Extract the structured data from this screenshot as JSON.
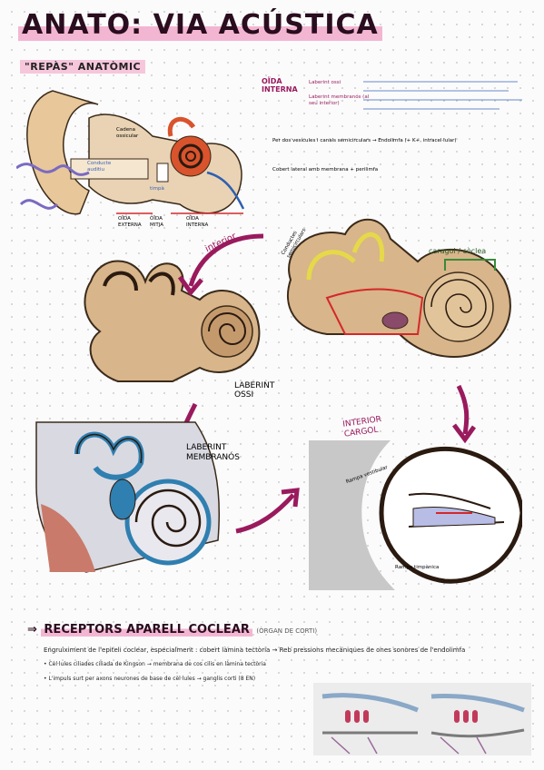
{
  "header": {
    "title": "ANATO: VIA ACÚSTICA",
    "subtitle": "\"REPÀS\" ANATÒMIC"
  },
  "ear_diagram": {
    "labels": {
      "cadena_ossicular": "Cadena ossicular",
      "conducte_auditiu": "Conducte auditiu",
      "oida_externa": "OÏDA EXTERNA",
      "oida_mitja": "OÏDA MITJA",
      "oida_interna": "OÏDA INTERNA",
      "timpa": "timpà"
    }
  },
  "notes_top": {
    "heading": "OÏDA INTERNA",
    "lines": [
      "Laberint ossi",
      "Laberint membranós (al seu interior)",
      "Per dos vesícules i canals semicirculars → Endolimfa (+ K+, intracel·lular)",
      "Cobert lateral amb membrana + perilimfa"
    ]
  },
  "labels": {
    "interior": "interior",
    "laberint_ossi": "LABERINT OSSI",
    "laberint_membranos": "LABERINT MEMBRANÓS",
    "interior_cargol": "INTERIOR CARGOL",
    "conductes_semicirculars": "Conductes semicirculars",
    "caragol_coclea": "caragol / còclea",
    "rampa_vestibular": "Rampa vestibular",
    "rampa_timpanica": "Rampa timpànica"
  },
  "section2": {
    "title": "RECEPTORS APARELL COCLEAR",
    "subtitle": "(ÒRGAN DE CORTI)",
    "lines": [
      "Engruiximent de l'epiteli coclear, especialment : cobert làmina tectòria → Reb pressions mecàniques de ones sonores de l'endolimfa",
      "• Cèl·lules ciliades ciliada de Kingson → membrana de cos cilis en làmina tectòria",
      "• L'impuls surt per axons neurones de base de cèl·lules → ganglis corti (8 EN)"
    ]
  },
  "colors": {
    "magenta": "#9a1a5e",
    "pink_highlight": "#f3b6d2",
    "bone": "#d8b58a",
    "bone_dark": "#8a6a48",
    "membrane_blue": "#2f7fb0",
    "red": "#d4282a"
  }
}
